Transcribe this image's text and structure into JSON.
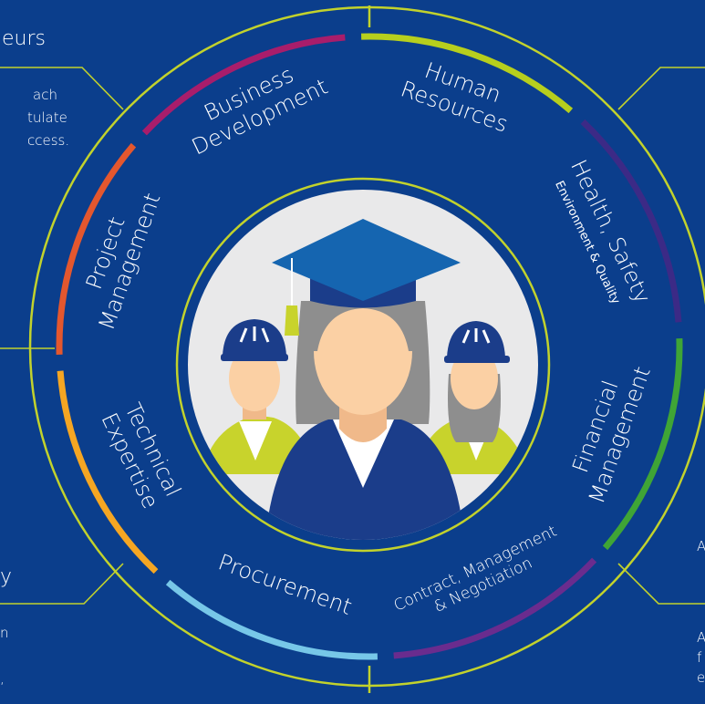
{
  "colors": {
    "background": "#0b3e8c",
    "ring_line": "#c2d22c",
    "inner_disc": "#e9e9ea",
    "white": "#ffffff"
  },
  "segments": [
    {
      "id": "business-development",
      "lines": [
        "Business",
        "Development"
      ],
      "sub": "",
      "color": "#a81d6b"
    },
    {
      "id": "human-resources",
      "lines": [
        "Human",
        "Resources"
      ],
      "sub": "",
      "color": "#b7cf1d"
    },
    {
      "id": "health-safety",
      "lines": [
        "Health, Safety"
      ],
      "sub": "Environment & Quality",
      "color": "#3c2a86"
    },
    {
      "id": "financial-management",
      "lines": [
        "Financial",
        "Management"
      ],
      "sub": "",
      "color": "#3fa536"
    },
    {
      "id": "contract-management",
      "lines": [
        "Contract, Management",
        "& Negotiation"
      ],
      "sub": "",
      "color": "#6a2c8e"
    },
    {
      "id": "procurement",
      "lines": [
        "Procurement"
      ],
      "sub": "",
      "color": "#77c7e8"
    },
    {
      "id": "technical-expertise",
      "lines": [
        "Technical",
        "Expertise"
      ],
      "sub": "",
      "color": "#f5a623"
    },
    {
      "id": "project-management",
      "lines": [
        "Project",
        "Management"
      ],
      "sub": "",
      "color": "#e4572e"
    }
  ],
  "side_text": {
    "top_left_heading": "eurs",
    "top_left_body": [
      "ach",
      "tulate",
      "ccess."
    ],
    "bottom_left_heading": "y",
    "bottom_left_body": [
      "n",
      ","
    ],
    "right_fragments": [
      "A",
      "A",
      "f",
      "e"
    ]
  }
}
